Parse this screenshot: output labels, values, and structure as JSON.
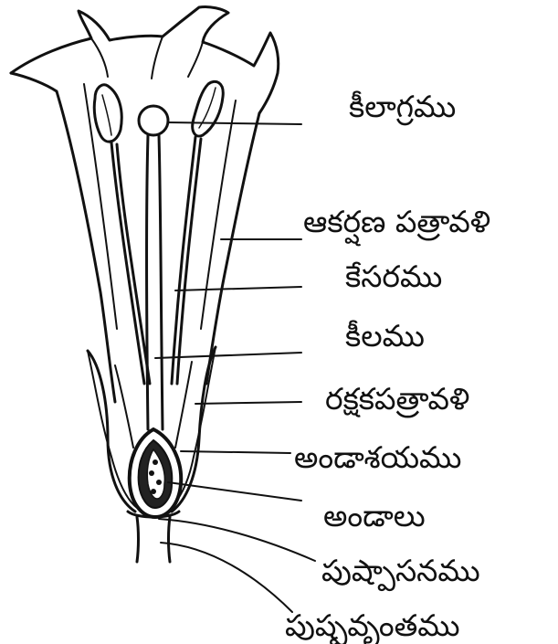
{
  "diagram": {
    "labels": [
      "కీలాగ్రము",
      "ఆకర్షణ పత్రావళి",
      "కేసరము",
      "కీలము",
      "రక్షకపత్రావళి",
      "అండాశయము",
      "అండాలు",
      "పుష్పాసనము",
      "పుష్పవృంతము"
    ]
  }
}
